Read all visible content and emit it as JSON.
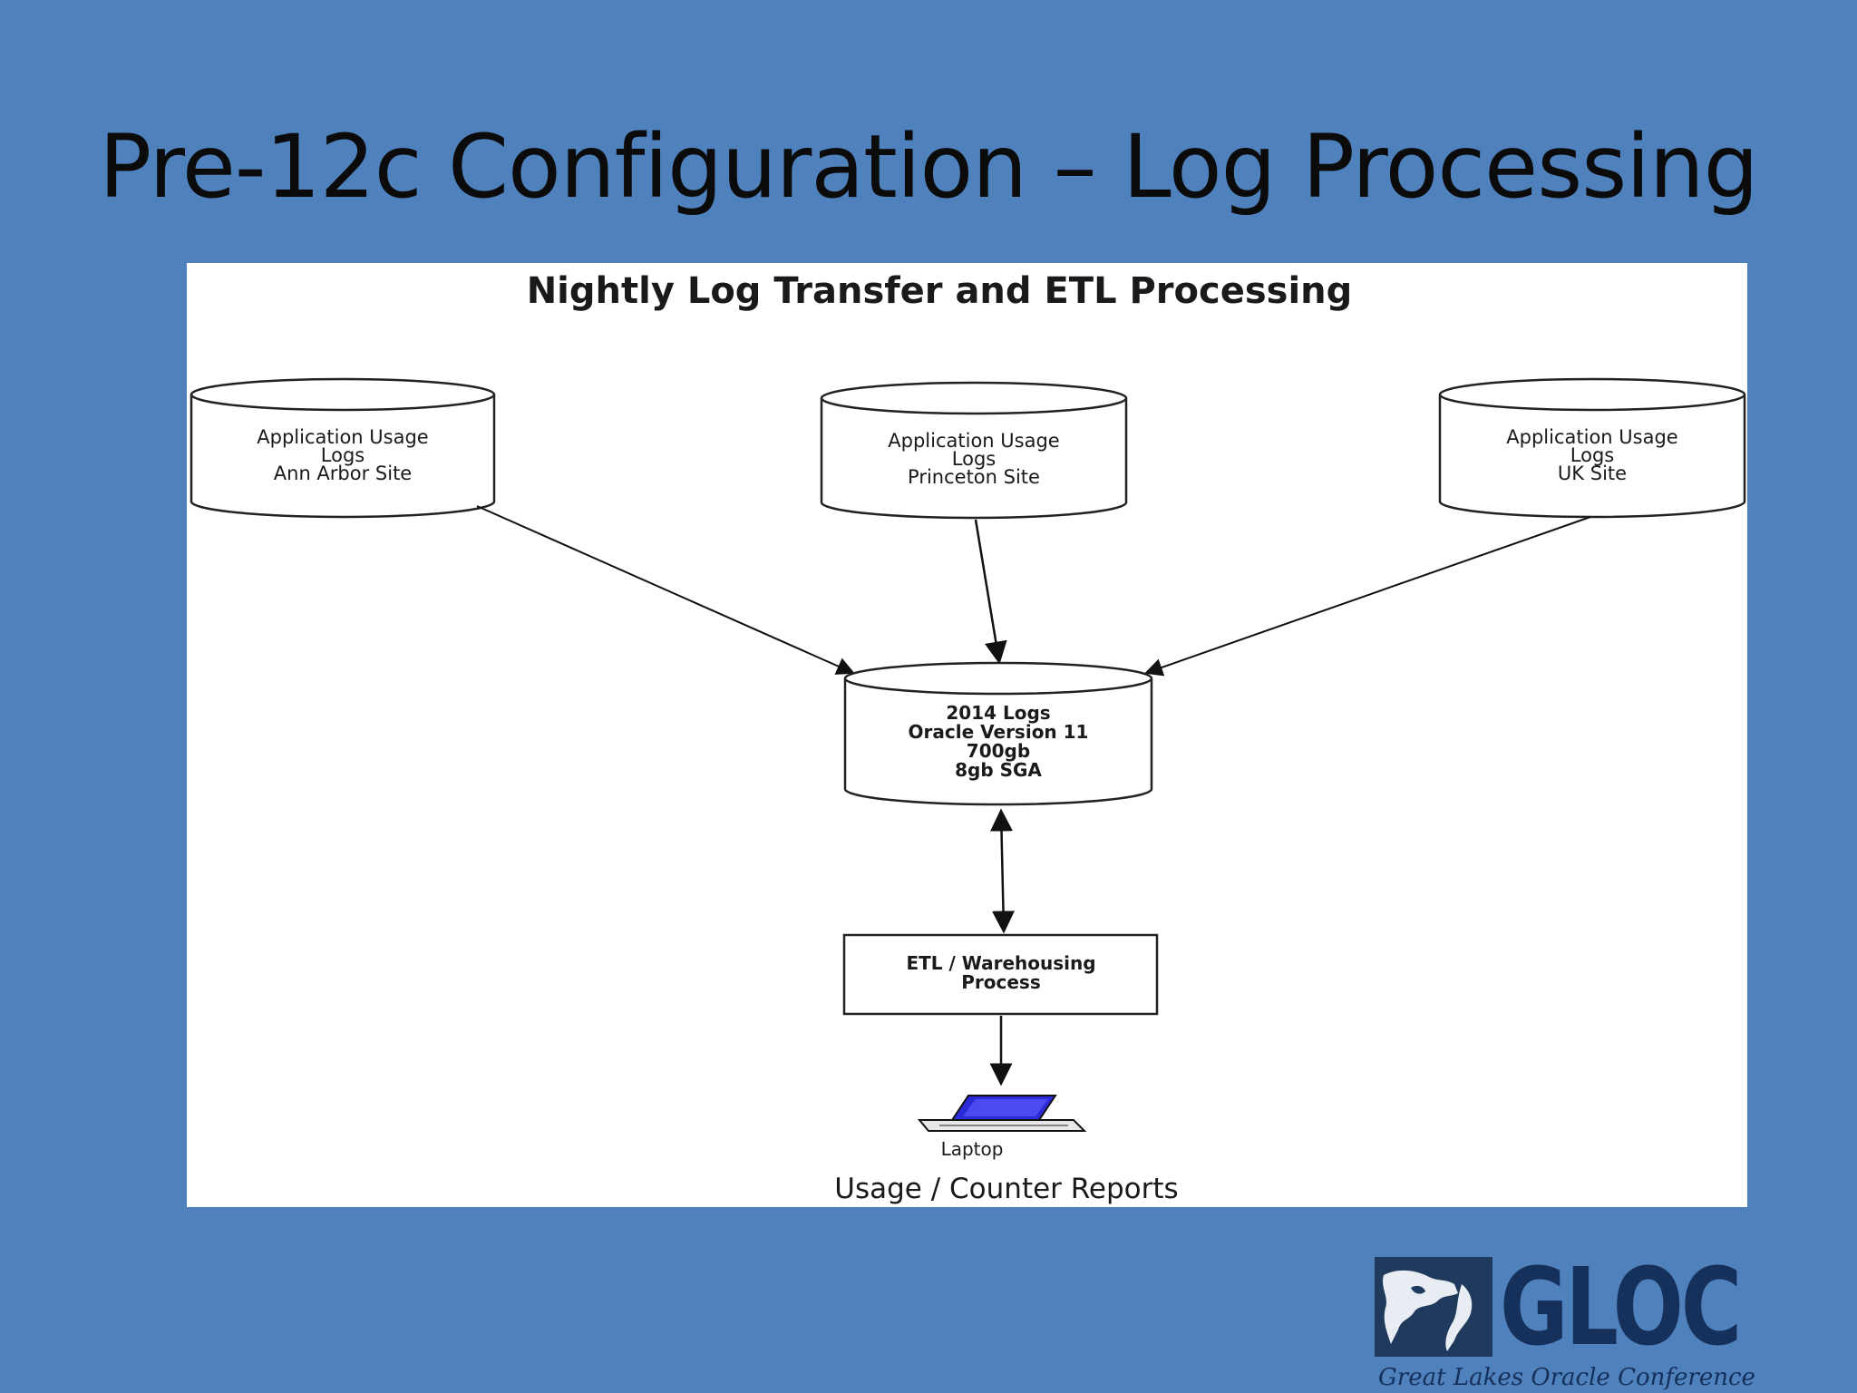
{
  "slide": {
    "title": "Pre-12c Configuration – Log Processing"
  },
  "diagram": {
    "title": "Nightly Log Transfer and ETL Processing",
    "sources": [
      {
        "lines": [
          "Application Usage",
          "Logs",
          "Ann Arbor Site"
        ]
      },
      {
        "lines": [
          "Application Usage",
          "Logs",
          "Princeton Site"
        ]
      },
      {
        "lines": [
          "Application Usage",
          "Logs",
          "UK Site"
        ]
      }
    ],
    "central_db": {
      "lines": [
        "2014 Logs",
        "Oracle Version 11",
        "700gb",
        "8gb SGA"
      ]
    },
    "etl_box": {
      "lines": [
        "ETL / Warehousing",
        "Process"
      ]
    },
    "laptop_label": "Laptop",
    "footer": "Usage / Counter Reports"
  },
  "logo": {
    "text": "GLOC",
    "tagline": "Great Lakes Oracle Conference"
  },
  "colors": {
    "slide_background": "#4f81bd",
    "logo_navy": "#15305a",
    "laptop_screen": "#2a2ad8"
  }
}
